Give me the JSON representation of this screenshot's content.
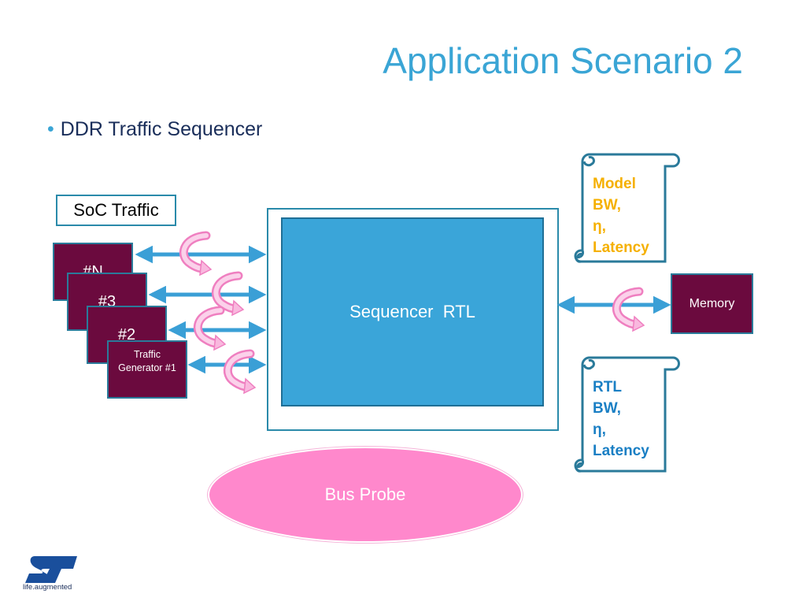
{
  "slide": {
    "title": "Application Scenario 2",
    "bullet": "DDR Traffic Sequencer"
  },
  "diagram": {
    "soc_label": "SoC Traffic",
    "generators": [
      {
        "label": "#N"
      },
      {
        "label": "#3"
      },
      {
        "label": "#2"
      },
      {
        "label": "Traffic Generator #1"
      }
    ],
    "sequencer": "Sequencer  RTL",
    "memory": "Memory",
    "bus_probe": "Bus Probe",
    "model_scroll": [
      "Model",
      "BW,",
      "η,",
      "Latency"
    ],
    "rtl_scroll": [
      "RTL",
      "BW,",
      "η,",
      "Latency"
    ]
  },
  "colors": {
    "title": "#3aa5d5",
    "generator_fill": "#6b0a3e",
    "sequencer_fill": "#3aa5d9",
    "probe_fill": "#ff88cc",
    "model_text": "#f5b000",
    "rtl_text": "#1a7fc4",
    "arrow": "#3a9fd6"
  },
  "icons": {
    "arrows": "double-headed-arrow",
    "curls": "curved-arrow-icon",
    "scrolls": "scroll-icon",
    "logo": "st-logo"
  },
  "logo": {
    "tagline": "life.augmented"
  }
}
